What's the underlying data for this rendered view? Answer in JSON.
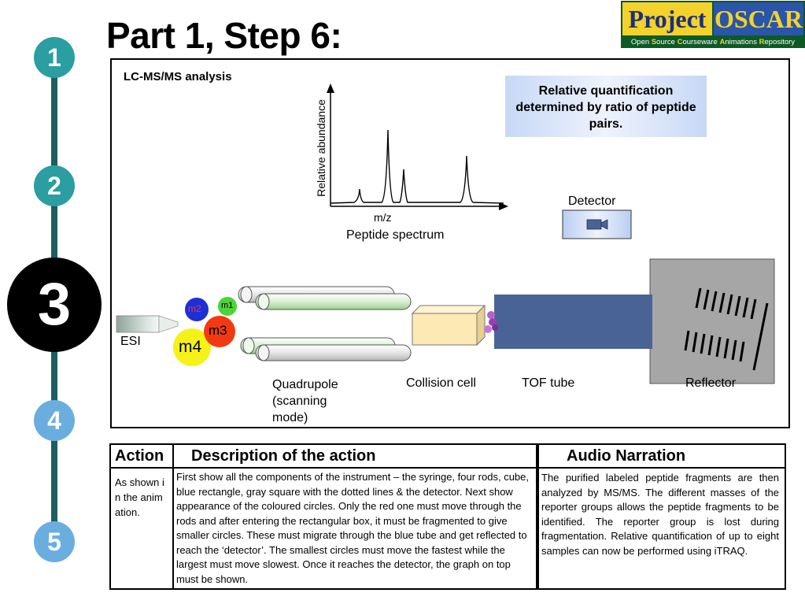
{
  "header": {
    "title": "Part 1, Step 6:"
  },
  "logo": {
    "word1": "Project",
    "word2": "OSCAR",
    "subtitle_parts": [
      "Open ",
      "S",
      "ource ",
      "C",
      "ourseware ",
      "A",
      "nimations ",
      "R",
      "epository"
    ]
  },
  "steps": [
    "1",
    "2",
    "3",
    "4",
    "5"
  ],
  "diagram": {
    "heading": "LC-MS/MS analysis",
    "quant_note": "Relative quantification determined by ratio of peptide pairs.",
    "spectrum": {
      "ylabel": "Relative abundance",
      "xlabel": "m/z",
      "caption": "Peptide spectrum"
    },
    "detector_label": "Detector",
    "esi_label": "ESI",
    "ions": [
      "m1",
      "m2",
      "m3",
      "m4"
    ],
    "labels": {
      "quadrupole": "Quadrupole (scanning mode)",
      "collision": "Collision cell",
      "tof": "TOF tube",
      "reflector": "Reflector"
    },
    "colors": {
      "m1": "#4cd43a",
      "m2": "#1f2fd6",
      "m3": "#f23a12",
      "m4": "#f5f21a",
      "tof": "#4a6396",
      "reflector": "#a6a6a6",
      "cell": "#fde9b4"
    }
  },
  "table": {
    "headers": {
      "action": "Action",
      "description": "Description of the action",
      "audio": "Audio Narration"
    },
    "action": "As shown in the animation.",
    "description": "First show all the components of the instrument – the syringe, four rods, cube, blue rectangle, gray square with the dotted lines & the detector. Next show appearance of the coloured circles. Only the red one must move through the rods and after entering the rectangular box, it must be fragmented to give smaller circles. These must migrate through the blue tube and get reflected to reach the ‘detector’. The smallest circles must move the fastest while the largest must move slowest. Once it reaches the detector, the graph on top must be shown.",
    "audio": "The purified labeled peptide fragments are then analyzed by MS/MS. The different masses of the reporter groups allows the peptide fragments to be identified. The reporter group is lost during fragmentation. Relative quantification of up to eight samples can now be performed using iTRAQ."
  }
}
